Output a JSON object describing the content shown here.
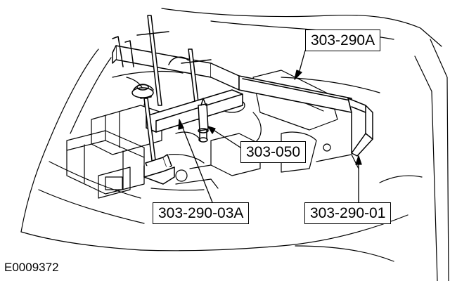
{
  "callouts": [
    {
      "label": "303-290A"
    },
    {
      "label": "303-050"
    },
    {
      "label": "303-290-03A"
    },
    {
      "label": "303-290-01"
    }
  ],
  "figure_id": "E0009372",
  "colors": {
    "ink": "#000000",
    "background": "#ffffff"
  }
}
